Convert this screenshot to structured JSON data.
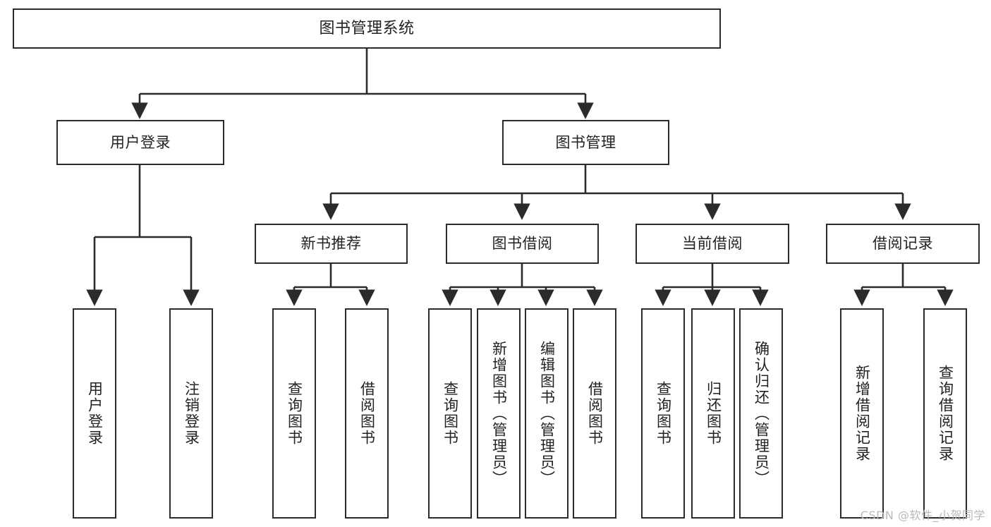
{
  "diagram": {
    "kind": "tree-hierarchy-chart",
    "title": "图书管理系统",
    "stroke_color": "#2b2b2b",
    "fill_color": "#ffffff",
    "text_color": "#222222",
    "watermark": "CSDN @软件_小贺同学",
    "levels": {
      "level0": "图书管理系统",
      "level1": [
        "用户登录",
        "图书管理"
      ],
      "level2": [
        "新书推荐",
        "图书借阅",
        "当前借阅",
        "借阅记录"
      ]
    },
    "nodes": {
      "root": {
        "label": "图书管理系统"
      },
      "user_login": {
        "label": "用户登录"
      },
      "book_manage": {
        "label": "图书管理"
      },
      "new_book_rec": {
        "label": "新书推荐"
      },
      "book_borrow": {
        "label": "图书借阅"
      },
      "current_borrow": {
        "label": "当前借阅"
      },
      "borrow_record": {
        "label": "借阅记录"
      },
      "leaf_user_login": {
        "label": "用户登录"
      },
      "leaf_logout": {
        "label": "注销登录"
      },
      "leaf_query_book_1": {
        "label": "查询图书"
      },
      "leaf_borrow_book_1": {
        "label": "借阅图书"
      },
      "leaf_query_book_2": {
        "label": "查询图书"
      },
      "leaf_add_book": {
        "label": "新增图书（管理员）"
      },
      "leaf_edit_book": {
        "label": "编辑图书（管理员）"
      },
      "leaf_borrow_book_2": {
        "label": "借阅图书"
      },
      "leaf_query_book_3": {
        "label": "查询图书"
      },
      "leaf_return_book": {
        "label": "归还图书"
      },
      "leaf_confirm_return": {
        "label": "确认归还（管理员）"
      },
      "leaf_add_record": {
        "label": "新增借阅记录"
      },
      "leaf_query_record": {
        "label": "查询借阅记录"
      }
    },
    "edges": [
      {
        "from": "root",
        "to": "user_login"
      },
      {
        "from": "root",
        "to": "book_manage"
      },
      {
        "from": "book_manage",
        "to": "new_book_rec"
      },
      {
        "from": "book_manage",
        "to": "book_borrow"
      },
      {
        "from": "book_manage",
        "to": "current_borrow"
      },
      {
        "from": "book_manage",
        "to": "borrow_record"
      },
      {
        "from": "user_login",
        "to": "leaf_user_login"
      },
      {
        "from": "user_login",
        "to": "leaf_logout"
      },
      {
        "from": "new_book_rec",
        "to": "leaf_query_book_1"
      },
      {
        "from": "new_book_rec",
        "to": "leaf_borrow_book_1"
      },
      {
        "from": "book_borrow",
        "to": "leaf_query_book_2"
      },
      {
        "from": "book_borrow",
        "to": "leaf_add_book"
      },
      {
        "from": "book_borrow",
        "to": "leaf_edit_book"
      },
      {
        "from": "book_borrow",
        "to": "leaf_borrow_book_2"
      },
      {
        "from": "current_borrow",
        "to": "leaf_query_book_3"
      },
      {
        "from": "current_borrow",
        "to": "leaf_return_book"
      },
      {
        "from": "current_borrow",
        "to": "leaf_confirm_return"
      },
      {
        "from": "borrow_record",
        "to": "leaf_add_record"
      },
      {
        "from": "borrow_record",
        "to": "leaf_query_record"
      }
    ]
  }
}
